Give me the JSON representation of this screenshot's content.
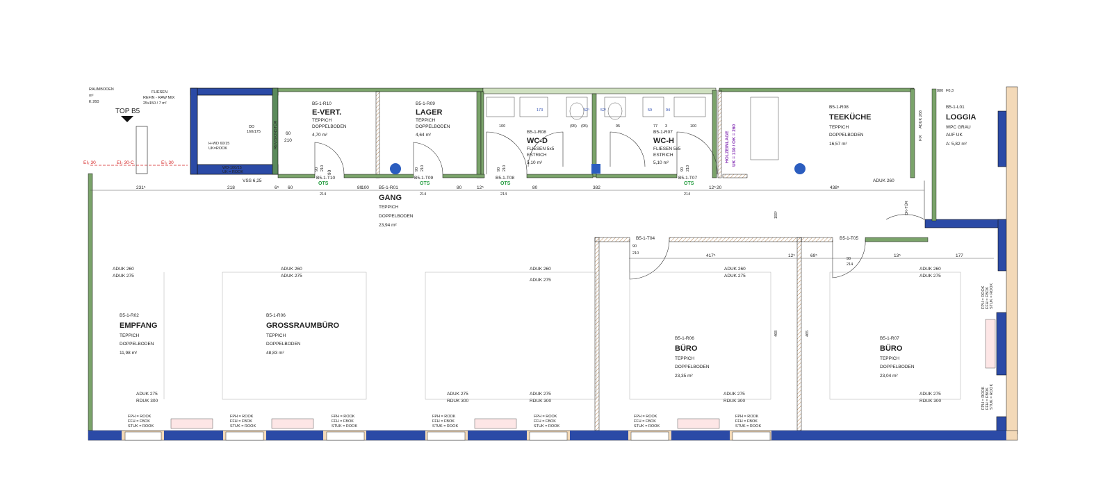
{
  "header": {
    "top_left": [
      "RAUMBODEN",
      "m²",
      "K 260"
    ],
    "fliesen": [
      "FLIESEN",
      "REFIN - RAW MIX",
      "25x150 / 7 m²"
    ],
    "top_label": "TOP B5",
    "ei_labels": [
      "EI₂ 30",
      "EI₂ 30-C",
      "EI₂ 30"
    ]
  },
  "rooms": [
    {
      "id": "B5-1-R10",
      "name": "E-VERT.",
      "sub": [
        "TEPPICH",
        "DOPPELBODEN"
      ],
      "area": "4,70 m²"
    },
    {
      "id": "B5-1-R09",
      "name": "LAGER",
      "sub": [
        "TEPPICH",
        "DOPPELBODEN"
      ],
      "area": "4,64 m²"
    },
    {
      "id": "B5-1-R08",
      "name": "WC-D",
      "sub": [
        "FLIESEN 5x5",
        "ESTRICH"
      ],
      "area": "5,10 m²"
    },
    {
      "id": "B5-1-R07",
      "name": "WC-H",
      "sub": [
        "FLIESEN 5x5",
        "ESTRICH"
      ],
      "area": "5,10 m²"
    },
    {
      "id": "B5-1-R08",
      "name": "TEEKÜCHE",
      "sub": [
        "TEPPICH",
        "DOPPELBODEN"
      ],
      "area": "16,57 m²"
    },
    {
      "id": "B5-1-L01",
      "name": "LOGGIA",
      "sub": [
        "WPC GRAU",
        "AUF UK"
      ],
      "area": "A: 5,82 m²"
    },
    {
      "id": "B5-1-R01",
      "name": "GANG",
      "sub": [
        "TEPPICH",
        "DOPPELBODEN"
      ],
      "area": "23,94 m²"
    },
    {
      "id": "B5-1-R02",
      "name": "EMPFANG",
      "sub": [
        "TEPPICH",
        "DOPPELBODEN"
      ],
      "area": "11,98 m²"
    },
    {
      "id": "B5-1-R06",
      "name": "GROSSRAUMBÜRO",
      "sub": [
        "TEPPICH",
        "DOPPELBODEN"
      ],
      "area": "48,83 m²"
    },
    {
      "id": "B5-1-R06",
      "name": "BÜRO",
      "sub": [
        "TEPPICH",
        "DOPPELBODEN"
      ],
      "area": "23,35 m²"
    },
    {
      "id": "B5-1-R07",
      "name": "BÜRO",
      "sub": [
        "TEPPICH",
        "DOPPELBODEN"
      ],
      "area": "23,04 m²"
    }
  ],
  "doors": [
    {
      "id": "B5-1-T10",
      "size": [
        "90",
        "210"
      ],
      "tag": "OTS",
      "frame": "214"
    },
    {
      "id": "B5-1-T09",
      "size": [
        "90",
        "210"
      ],
      "tag": "OTS",
      "frame": "214"
    },
    {
      "id": "B5-1-T08",
      "size": [
        "90",
        "210"
      ],
      "tag": "OTS",
      "frame": "214"
    },
    {
      "id": "B5-1-T07",
      "size": [
        "90",
        "210"
      ],
      "tag": "OTS",
      "frame": "214"
    },
    {
      "id": "B5-1-T04",
      "size": [
        "90",
        "210"
      ],
      "tag": "",
      "frame": ""
    },
    {
      "id": "B5-1-T05",
      "size": [
        "90",
        "214"
      ],
      "tag": "",
      "frame": ""
    }
  ],
  "dims_top": [
    "231⁵",
    "218",
    "6⁵",
    "60",
    "80",
    "100",
    "80",
    "12⁵",
    "80",
    "382",
    "12⁵",
    "20",
    "438⁵"
  ],
  "dims_mid": [
    "417⁵",
    "12⁵",
    "69⁵",
    "13⁵",
    "177"
  ],
  "wc_dims": [
    "100",
    "173",
    "52⁵",
    "(95)",
    "(95)",
    "52⁵",
    "95",
    "77",
    "3",
    "100",
    "59",
    "94"
  ],
  "labels": {
    "revisionstuer": "REVISIONSTÜR",
    "rev_size": [
      "60",
      "210"
    ],
    "dd": "DD",
    "dd_size": "160/175",
    "vss": "VSS 6,25",
    "holz": "HOLZEINLAGE",
    "holz_size": "UK = 130 / OK = 260",
    "dk_tuer": "DK-TÜR",
    "aduk_268": "ADUK 268",
    "fix": "FIX",
    "top_right": [
      "880",
      "F0,3"
    ],
    "small_label": [
      "H-WD 60/15",
      "UK=ROOK"
    ],
    "small_label2": [
      "WD-100/15",
      "UK = ROOK"
    ],
    "mid_dim": "155⁵",
    "vert_dim": "468",
    "vert_dim2": "465"
  },
  "aduk_labels": [
    "ADUK 260",
    "ADUK 275",
    "ADUK 260",
    "ADUK 275",
    "ADUK 260",
    "ADUK 275",
    "ADUK 260",
    "ADUK 275",
    "ADUK 260",
    "ADUK 275",
    "ADUK 260"
  ],
  "aduk_bottom": [
    "ADUK 275",
    "RDUK 300",
    "ADUK 275",
    "RDUK 300",
    "ADUK 275",
    "RDUK 300",
    "ADUK 275",
    "RDUK 300",
    "ADUK 275",
    "RDUK 300"
  ],
  "window_tags": [
    "FPH = ROOK",
    "FFH = FBOK",
    "STUK = ROOK"
  ]
}
